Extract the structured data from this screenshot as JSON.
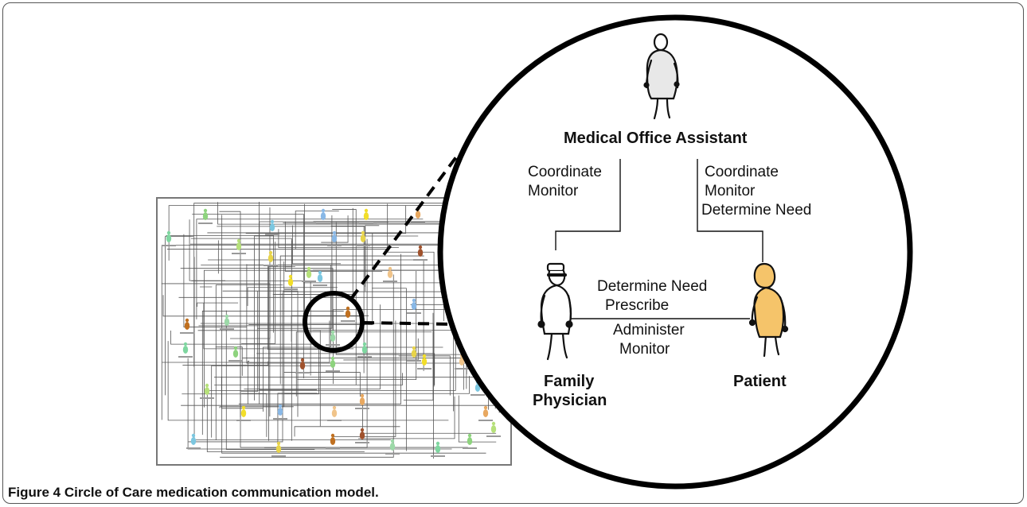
{
  "figure": {
    "caption_number": "Figure 4",
    "caption_text": "Circle of Care medication communication model."
  },
  "zoom": {
    "roles": {
      "assistant": "Medical Office Assistant",
      "physician_line1": "Family",
      "physician_line2": "Physician",
      "patient": "Patient"
    },
    "edges": {
      "assistant_physician": [
        "Coordinate",
        "Monitor"
      ],
      "assistant_patient": [
        "Coordinate",
        "Monitor",
        "Determine Need"
      ],
      "physician_patient_top": [
        "Determine Need",
        "Prescribe"
      ],
      "physician_patient_bottom": [
        "Administer",
        "Monitor"
      ]
    }
  },
  "colors": {
    "patient_fill": "#f5c46a",
    "assistant_fill": "#e8e8e8",
    "physician_fill": "#ffffff",
    "line": "#111111"
  }
}
